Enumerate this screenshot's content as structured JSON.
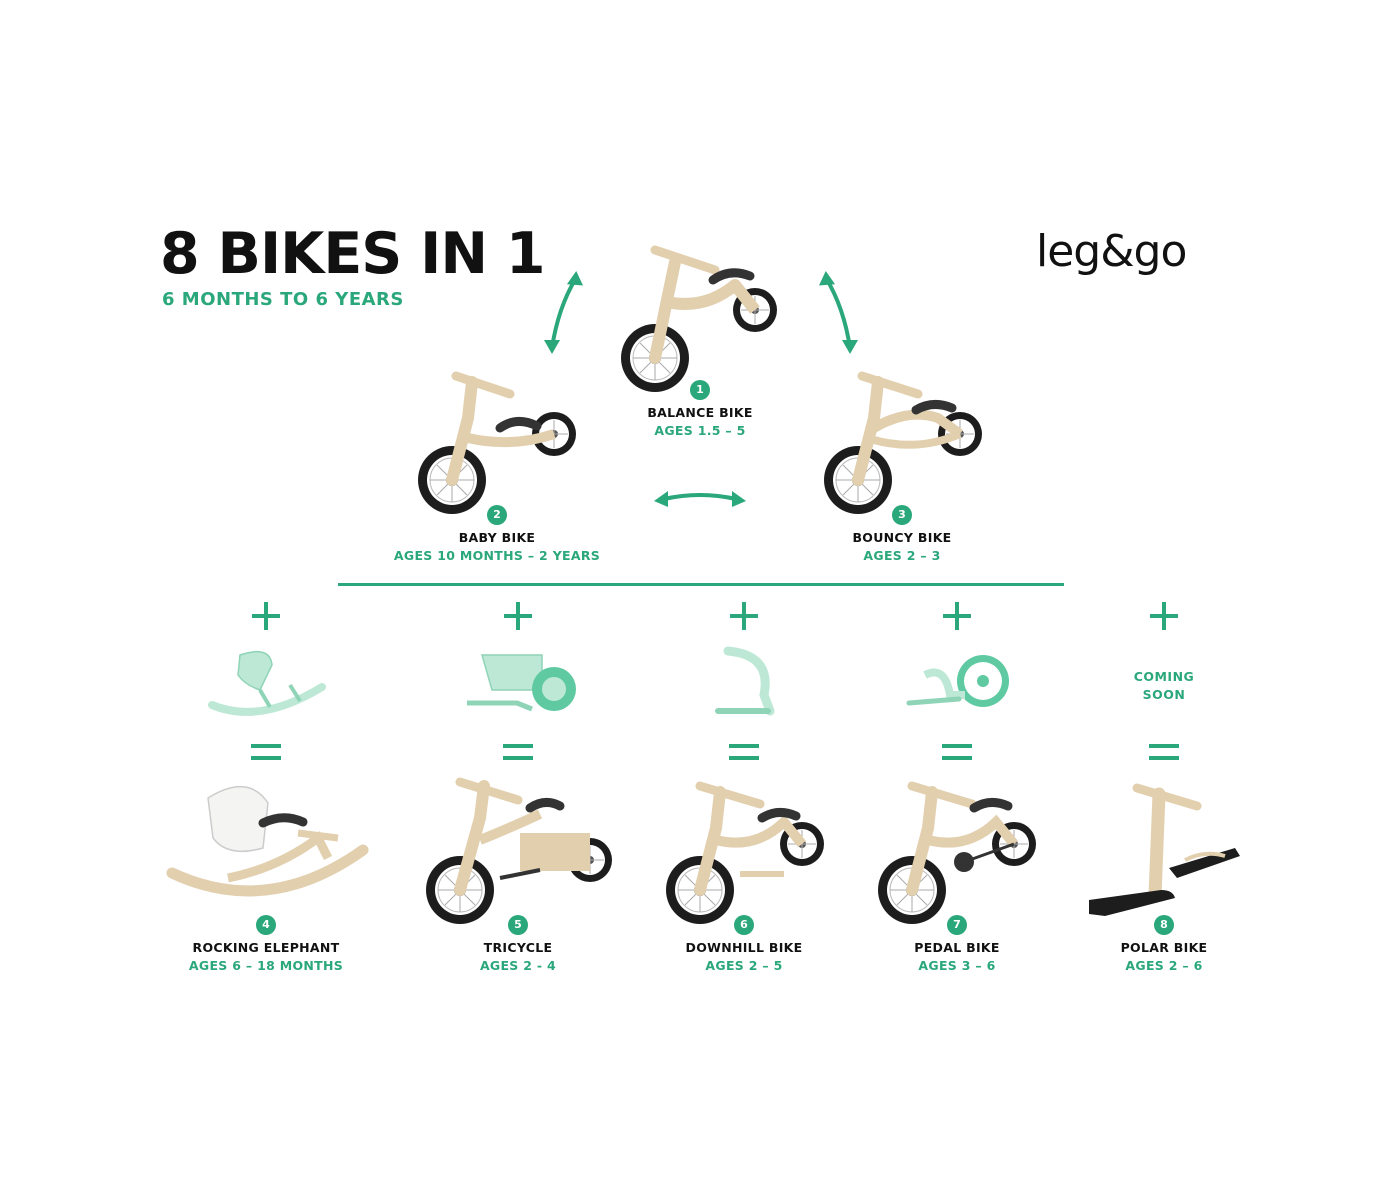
{
  "header": {
    "title": "8 BIKES IN 1",
    "subtitle": "6 MONTHS  TO  6 YEARS",
    "logo": "leg&go"
  },
  "colors": {
    "accent": "#2aa77b",
    "wood": "#e2cfae",
    "part": "#bde8d6",
    "tire": "#1d1d1d"
  },
  "top_bikes": [
    {
      "num": "1",
      "name": "BALANCE BIKE",
      "ages": "AGES 1.5 – 5"
    },
    {
      "num": "2",
      "name": "BABY BIKE",
      "ages": "AGES 10 MONTHS – 2 YEARS"
    },
    {
      "num": "3",
      "name": "BOUNCY BIKE",
      "ages": "AGES 2 – 3"
    }
  ],
  "addons": [
    {
      "num": "4",
      "name": "ROCKING ELEPHANT",
      "ages": "AGES 6 – 18 MONTHS",
      "addon_icon": "rocker-part-icon"
    },
    {
      "num": "5",
      "name": "TRICYCLE",
      "ages": "AGES 2 - 4",
      "addon_icon": "trike-part-icon"
    },
    {
      "num": "6",
      "name": "DOWNHILL BIKE",
      "ages": "AGES 2 – 5",
      "addon_icon": "footrest-part-icon"
    },
    {
      "num": "7",
      "name": "PEDAL BIKE",
      "ages": "AGES 3 – 6",
      "addon_icon": "pedal-part-icon"
    },
    {
      "num": "8",
      "name": "POLAR BIKE",
      "ages": "AGES 2 – 6",
      "addon_icon": "coming-soon",
      "coming_soon": "COMING SOON"
    }
  ]
}
